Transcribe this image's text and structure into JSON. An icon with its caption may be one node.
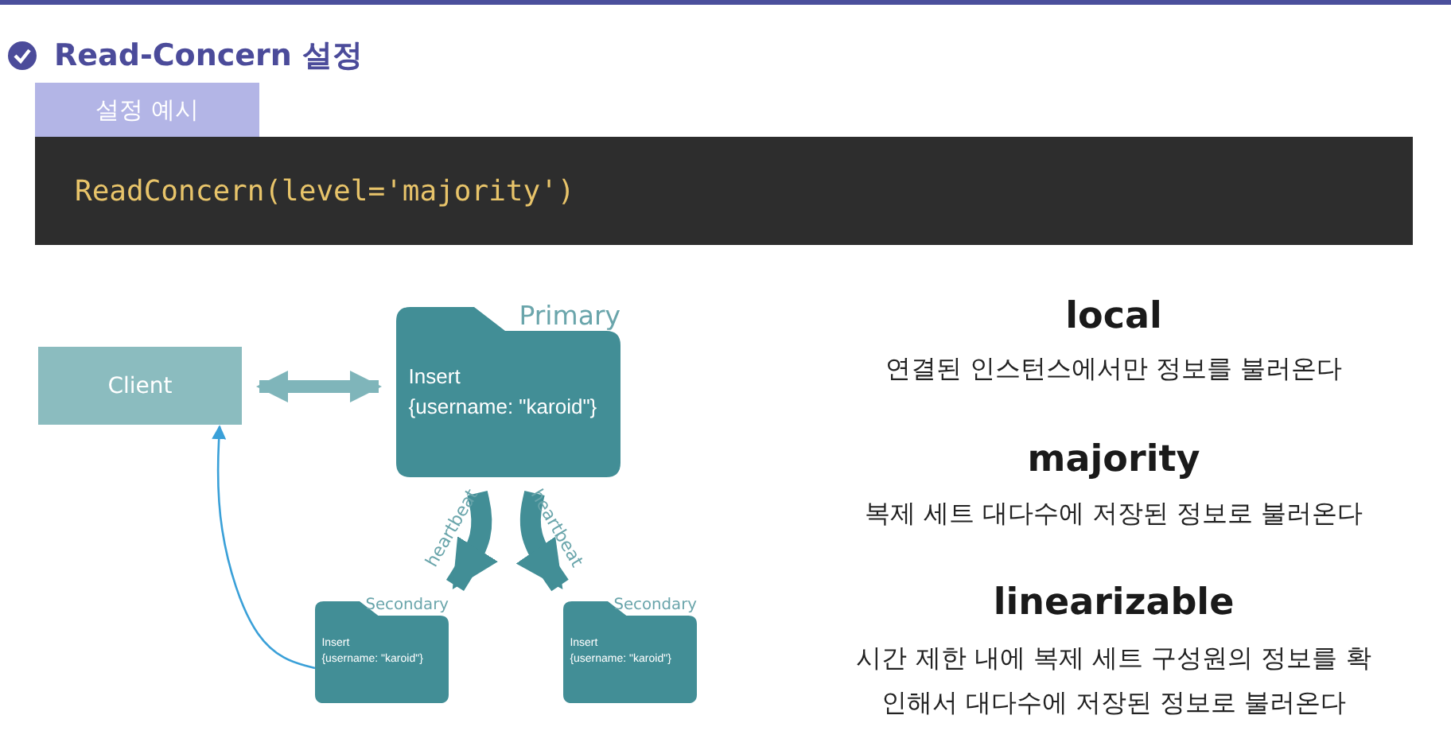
{
  "diagram": {
    "title": "Read-Concern 설정",
    "nodes": [
      {
        "text": [
          "Client"
        ]
      },
      {
        "text": [
          "Primary",
          "Insert",
          "{username: \"karoid\"}"
        ]
      },
      {
        "text": [
          "Secondary",
          "Insert",
          "{username: \"karoid\"}"
        ]
      },
      {
        "text": [
          "Secondary",
          "Insert",
          "{username: \"karoid\"}"
        ]
      }
    ],
    "edges": [
      {
        "from": 0,
        "to": 1,
        "arrow": "both"
      },
      {
        "from": 1,
        "to": 2,
        "arrow": "to",
        "label": "heartbeat"
      },
      {
        "from": 1,
        "to": 3,
        "arrow": "to",
        "label": "heartbeat"
      },
      {
        "from": 2,
        "to": 0,
        "arrow": "to",
        "color": "#3aa0d8"
      }
    ],
    "labels": [
      "설정 예시",
      "ReadConcern(level='majority')",
      "local",
      "연결된 인스턴스에서만 정보를 불러온다",
      "majority",
      "복제 세트 대다수에 저장된 정보로 불러온다",
      "linearizable",
      "시간 제한 내에 복제 세트 구성원의 정보를 확인해서 대다수에 저장된 정보로 불러온다"
    ]
  }
}
